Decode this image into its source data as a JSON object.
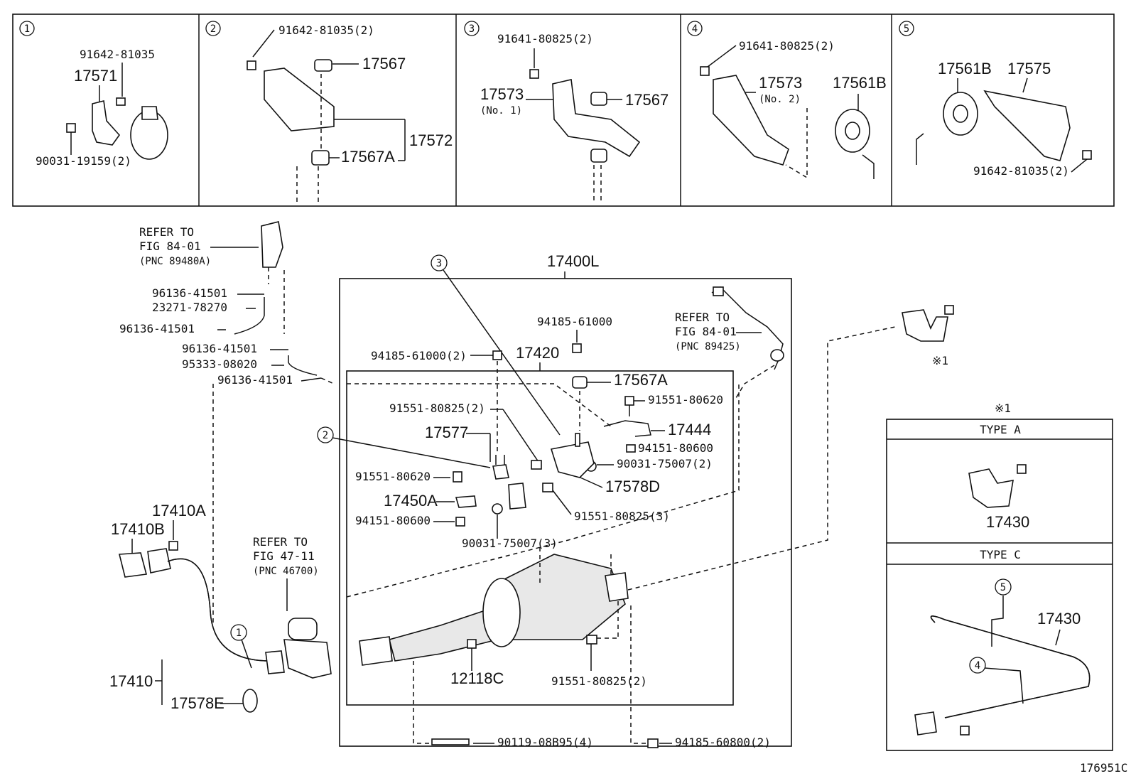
{
  "inset_panels": [
    {
      "number": "1",
      "labels": [
        "91642-81035",
        "17571",
        "90031-19159(2)"
      ]
    },
    {
      "number": "2",
      "labels": [
        "91642-81035(2)",
        "17567",
        "17572",
        "17567A"
      ]
    },
    {
      "number": "3",
      "labels": [
        "91641-80825(2)",
        "17573",
        "(No. 1)",
        "17567"
      ]
    },
    {
      "number": "4",
      "labels": [
        "91641-80825(2)",
        "17573",
        "(No. 2)",
        "17561B"
      ]
    },
    {
      "number": "5",
      "labels": [
        "17561B",
        "17575",
        "91642-81035(2)"
      ]
    }
  ],
  "main": {
    "refer_top": {
      "line1": "REFER TO",
      "line2": "FIG 84-01",
      "line3": "(PNC 89480A)"
    },
    "refer_sensor": {
      "line1": "REFER TO",
      "line2": "FIG 84-01",
      "line3": "(PNC 89425)"
    },
    "refer_mid": {
      "line1": "REFER TO",
      "line2": "FIG 47-11",
      "line3": "(PNC 46700)"
    },
    "hose_labels": [
      "96136-41501",
      "23271-78270",
      "96136-41501",
      "96136-41501",
      "95333-08020",
      "96136-41501"
    ],
    "assembly_label": "17400L",
    "sub_assembly_label": "17420",
    "part_labels": {
      "p94185_61000": "94185-61000",
      "p94185_61000_2": "94185-61000(2)",
      "p17567A": "17567A",
      "p91551_80620a": "91551-80620",
      "p17444": "17444",
      "p94151_80600a": "94151-80600",
      "p90031_75007_2": "90031-75007(2)",
      "p17578D": "17578D",
      "p91551_80825_2a": "91551-80825(2)",
      "p17577": "17577",
      "p91551_80620b": "91551-80620",
      "p17450A": "17450A",
      "p94151_80600b": "94151-80600",
      "p90031_75007_3": "90031-75007(3)",
      "p91551_80825_3": "91551-80825(3)",
      "p12118C": "12118C",
      "p91551_80825_2b": "91551-80825(2)",
      "p90119_08B95": "90119-08B95(4)",
      "p94185_60800": "94185-60800(2)",
      "p17410A": "17410A",
      "p17410B": "17410B",
      "p17410": "17410",
      "p17578E": "17578E"
    },
    "callouts": {
      "c1": "1",
      "c2": "2",
      "c3": "3",
      "c4": "4",
      "c5": "5"
    },
    "ref_mark": "※1"
  },
  "type_box": {
    "header": "※1",
    "type_a": {
      "title": "TYPE A",
      "part": "17430"
    },
    "type_c": {
      "title": "TYPE C",
      "part": "17430"
    }
  },
  "figure_code": "176951C"
}
